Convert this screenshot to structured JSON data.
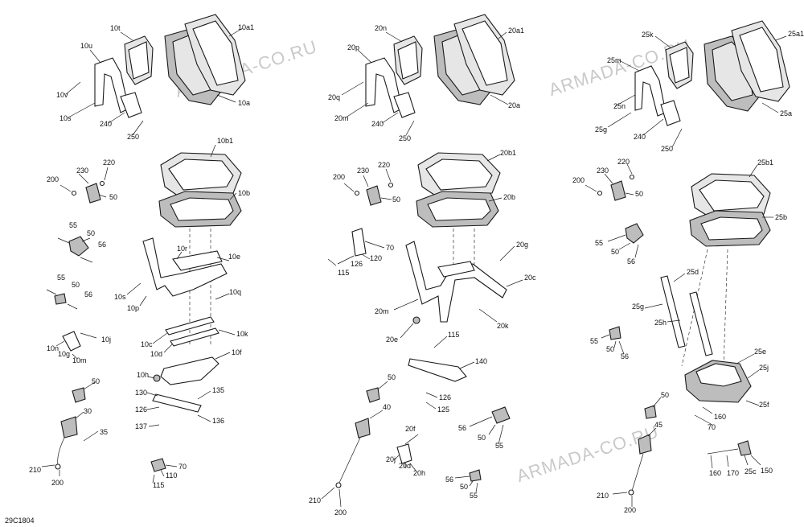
{
  "figure_code": "29C1804",
  "watermark": "ARMADA-CO.RU",
  "labels": {
    "l10t": "10t",
    "l10a1": "10a1",
    "l10u": "10u",
    "l10v": "10v",
    "l10s_top": "10s",
    "l240_a": "240",
    "l250_a": "250",
    "l10a": "10a",
    "l20n": "20n",
    "l20a1": "20a1",
    "l20p": "20p",
    "l20q": "20q",
    "l20m_top": "20m",
    "l240_b": "240",
    "l250_b": "250",
    "l20a": "20a",
    "l25k": "25k",
    "l25a1": "25a1",
    "l25m": "25m",
    "l25n": "25n",
    "l25g_top": "25g",
    "l240_c": "240",
    "l250_c": "250",
    "l25a": "25a",
    "l200_a": "200",
    "l230_a": "230",
    "l220_a": "220",
    "l50_a": "50",
    "l10b1": "10b1",
    "l10b": "10b",
    "l55_a": "55",
    "l50_b": "50",
    "l56_a": "56",
    "l55_b": "55",
    "l50_c": "50",
    "l56_b": "56",
    "l10r": "10r",
    "l10e": "10e",
    "l10s": "10s",
    "l10p": "10p",
    "l10q": "10q",
    "l10n": "10n",
    "l10j": "10j",
    "l10g": "10g",
    "l10m": "10m",
    "l10c": "10c",
    "l10d": "10d",
    "l10k": "10k",
    "l10f": "10f",
    "l50_d": "50",
    "l10h": "10h",
    "l130": "130",
    "l135": "135",
    "l126_a": "126",
    "l136": "136",
    "l137": "137",
    "l30": "30",
    "l35": "35",
    "l210_a": "210",
    "l200_b": "200",
    "l70_a": "70",
    "l110": "110",
    "l115_a": "115",
    "l200_c": "200",
    "l230_b": "230",
    "l220_b": "220",
    "l50_e": "50",
    "l20b1": "20b1",
    "l20b": "20b",
    "l70_b": "70",
    "l120": "120",
    "l126_b": "126",
    "l115_b": "115",
    "l20g": "20g",
    "l20c": "20c",
    "l20m": "20m",
    "l20k": "20k",
    "l20e": "20e",
    "l115_c": "115",
    "l140": "140",
    "l126_c": "126",
    "l125": "125",
    "l50_f": "50",
    "l40": "40",
    "l210_b": "210",
    "l200_d": "200",
    "l56_c": "56",
    "l50_g": "50",
    "l55_c": "55",
    "l20f": "20f",
    "l20j": "20j",
    "l20d": "20d",
    "l20h": "20h",
    "l56_d": "56",
    "l50_h": "50",
    "l55_d": "55",
    "l200_e": "200",
    "l230_c": "230",
    "l220_c": "220",
    "l50_i": "50",
    "l25b1": "25b1",
    "l25b": "25b",
    "l55_e": "55",
    "l50_j": "50",
    "l56_e": "56",
    "l25d": "25d",
    "l25g": "25g",
    "l25h": "25h",
    "l55_f": "55",
    "l50_k": "50",
    "l56_f": "56",
    "l25e": "25e",
    "l25j": "25j",
    "l25f": "25f",
    "l160_a": "160",
    "l70_c": "70",
    "l50_l": "50",
    "l45": "45",
    "l210_c": "210",
    "l200_f": "200",
    "l160_b": "160",
    "l170": "170",
    "l25c": "25c",
    "l150": "150"
  }
}
